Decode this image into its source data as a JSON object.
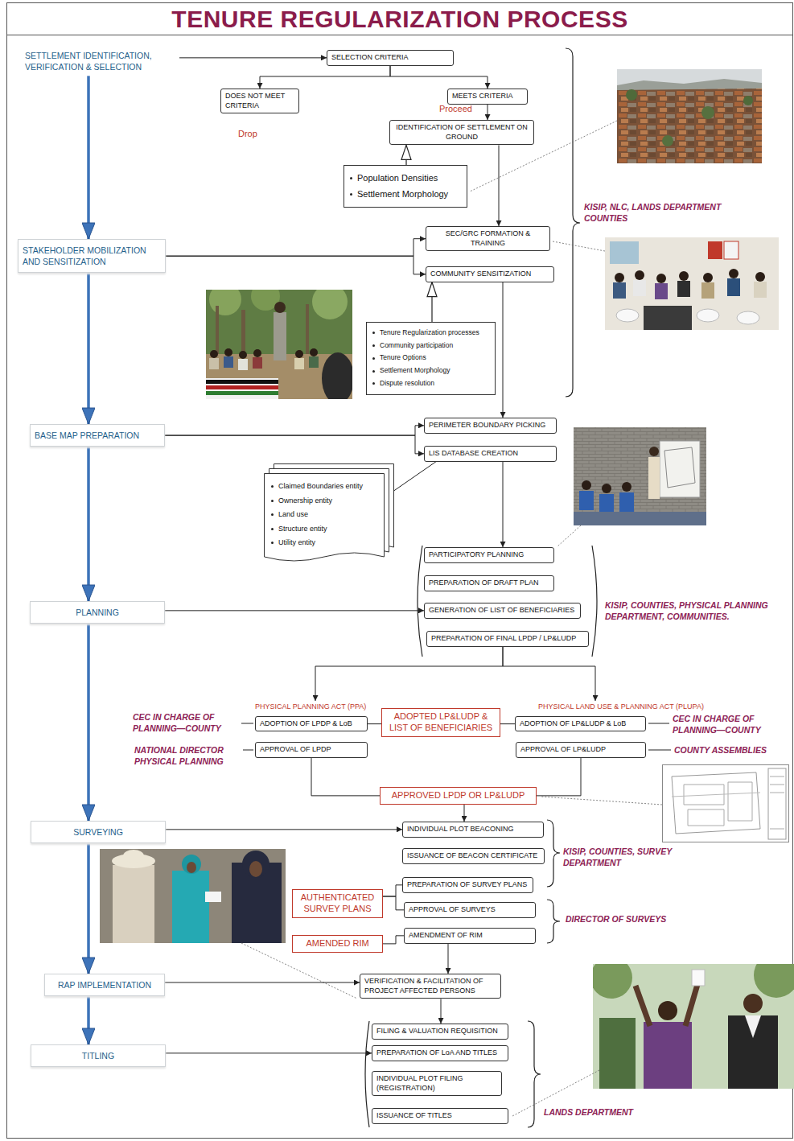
{
  "diagram": {
    "title": "TENURE REGULARIZATION PROCESS",
    "nodes": [
      {
        "text": [
          "SETTLEMENT IDENTIFICATION, VERIFICATION & SELECTION"
        ]
      },
      {
        "text": [
          "SELECTION CRITERIA"
        ]
      },
      {
        "text": [
          "DOES NOT MEET CRITERIA"
        ]
      },
      {
        "text": [
          "MEETS CRITERIA"
        ]
      },
      {
        "text": [
          "IDENTIFICATION OF SETTLEMENT ON GROUND"
        ]
      },
      {
        "text": [
          "Population Densities",
          "Settlement Morphology"
        ]
      },
      {
        "text": [
          "STAKEHOLDER MOBILIZATION AND SENSITIZATION"
        ]
      },
      {
        "text": [
          "SEC/GRC FORMATION & TRAINING"
        ]
      },
      {
        "text": [
          "COMMUNITY SENSITIZATION"
        ]
      },
      {
        "text": [
          "Tenure Regularization processes",
          "Community participation",
          "Tenure Options",
          "Settlement Morphology",
          "Dispute resolution"
        ]
      },
      {
        "text": [
          "BASE MAP PREPARATION"
        ]
      },
      {
        "text": [
          "PERIMETER BOUNDARY PICKING"
        ]
      },
      {
        "text": [
          "LIS DATABASE CREATION"
        ]
      },
      {
        "text": [
          "Claimed Boundaries entity",
          "Ownership entity",
          "Land use",
          "Structure entity",
          "Utility entity"
        ]
      },
      {
        "text": [
          "PLANNING"
        ]
      },
      {
        "text": [
          "PARTICIPATORY PLANNING"
        ]
      },
      {
        "text": [
          "PREPARATION OF DRAFT PLAN"
        ]
      },
      {
        "text": [
          "GENERATION OF LIST OF BENEFICIARIES"
        ]
      },
      {
        "text": [
          "PREPARATION OF FINAL LPDP / LP&LUDP"
        ]
      },
      {
        "text": [
          "PHYSICAL PLANNING ACT (PPA)",
          "ADOPTION OF LPDP & LoB"
        ]
      },
      {
        "text": [
          "ADOPTED LP&LUDP & LIST OF BENEFICIARIES"
        ]
      },
      {
        "text": [
          "PHYSICAL LAND USE & PLANNING ACT (PLUPA)",
          "ADOPTION OF LP&LUDP & LoB"
        ]
      },
      {
        "text": [
          "APPROVAL OF LPDP"
        ]
      },
      {
        "text": [
          "APPROVAL OF LP&LUDP"
        ]
      },
      {
        "text": [
          "APPROVED LPDP OR LP&LUDP"
        ]
      },
      {
        "text": [
          "SURVEYING"
        ]
      },
      {
        "text": [
          "INDIVIDUAL PLOT BEACONING"
        ]
      },
      {
        "text": [
          "ISSUANCE OF BEACON CERTIFICATE"
        ]
      },
      {
        "text": [
          "PREPARATION OF SURVEY PLANS"
        ]
      },
      {
        "text": [
          "AUTHENTICATED SURVEY PLANS"
        ]
      },
      {
        "text": [
          "APPROVAL OF SURVEYS"
        ]
      },
      {
        "text": [
          "AMENDMENT OF RIM"
        ]
      },
      {
        "text": [
          "AMENDED RIM"
        ]
      },
      {
        "text": [
          "RAP IMPLEMENTATION"
        ]
      },
      {
        "text": [
          "VERIFICATION & FACILITATION OF PROJECT AFFECTED PERSONS"
        ]
      },
      {
        "text": [
          "TITLING"
        ]
      },
      {
        "text": [
          "FILING & VALUATION REQUISITION"
        ]
      },
      {
        "text": [
          "PREPARATION OF LoA AND TITLES"
        ]
      },
      {
        "text": [
          "INDIVIDUAL PLOT FILING (REGISTRATION)"
        ]
      },
      {
        "text": [
          "ISSUANCE OF TITLES"
        ]
      }
    ],
    "edges": [
      {
        "from": 0,
        "to": 1,
        "arrow": "to"
      },
      {
        "from": 1,
        "to": 2,
        "arrow": "to"
      },
      {
        "from": 1,
        "to": 3,
        "arrow": "to"
      },
      {
        "from": 3,
        "to": 4,
        "arrow": "to"
      },
      {
        "from": 5,
        "to": 4,
        "arrow": "to"
      },
      {
        "from": 4,
        "to": 7,
        "arrow": "to"
      },
      {
        "from": 0,
        "to": 6,
        "arrow": "to"
      },
      {
        "from": 6,
        "to": 7,
        "arrow": "to"
      },
      {
        "from": 6,
        "to": 8,
        "arrow": "to"
      },
      {
        "from": 9,
        "to": 8,
        "arrow": "to"
      },
      {
        "from": 8,
        "to": 11,
        "arrow": "to"
      },
      {
        "from": 6,
        "to": 10,
        "arrow": "to"
      },
      {
        "from": 10,
        "to": 11,
        "arrow": "to"
      },
      {
        "from": 10,
        "to": 12,
        "arrow": "to"
      },
      {
        "from": 13,
        "to": 12,
        "arrow": "none"
      },
      {
        "from": 12,
        "to": 15,
        "arrow": "to"
      },
      {
        "from": 10,
        "to": 14,
        "arrow": "to"
      },
      {
        "from": 14,
        "to": 17,
        "arrow": "to"
      },
      {
        "from": 18,
        "to": 19,
        "arrow": "to"
      },
      {
        "from": 18,
        "to": 21,
        "arrow": "to"
      },
      {
        "from": 19,
        "to": 20,
        "arrow": "none"
      },
      {
        "from": 20,
        "to": 21,
        "arrow": "none"
      },
      {
        "from": 22,
        "to": 24,
        "arrow": "none"
      },
      {
        "from": 23,
        "to": 24,
        "arrow": "none"
      },
      {
        "from": 14,
        "to": 25,
        "arrow": "to"
      },
      {
        "from": 24,
        "to": 26,
        "arrow": "to"
      },
      {
        "from": 25,
        "to": 26,
        "arrow": "to"
      },
      {
        "from": 29,
        "to": 28,
        "arrow": "none"
      },
      {
        "from": 29,
        "to": 30,
        "arrow": "none"
      },
      {
        "from": 32,
        "to": 31,
        "arrow": "none"
      },
      {
        "from": 31,
        "to": 34,
        "arrow": "to"
      },
      {
        "from": 25,
        "to": 33,
        "arrow": "to"
      },
      {
        "from": 33,
        "to": 34,
        "arrow": "to"
      },
      {
        "from": 34,
        "to": 36,
        "arrow": "to"
      },
      {
        "from": 33,
        "to": 35,
        "arrow": "to"
      },
      {
        "from": 35,
        "to": 37,
        "arrow": "to"
      }
    ],
    "labels": [
      "Proceed",
      "Drop",
      "KISIP, NLC, LANDS DEPARTMENT COUNTIES",
      "KISIP, COUNTIES, PHYSICAL PLANNING DEPARTMENT, COMMUNITIES.",
      "CEC IN CHARGE OF PLANNING—COUNTY",
      "CEC IN CHARGE OF PLANNING—COUNTY",
      "NATIONAL DIRECTOR PHYSICAL PLANNING",
      "COUNTY ASSEMBLIES",
      "KISIP, COUNTIES, SURVEY DEPARTMENT",
      "DIRECTOR OF SURVEYS",
      "LANDS DEPARTMENT"
    ]
  }
}
